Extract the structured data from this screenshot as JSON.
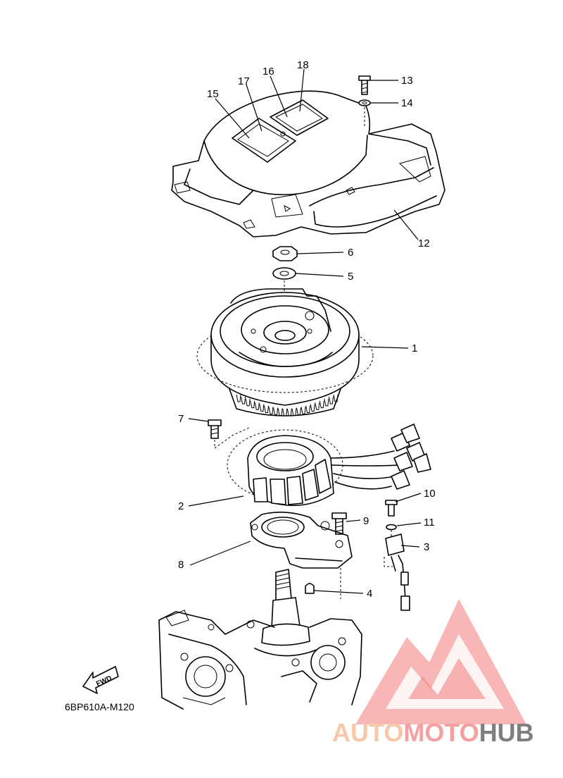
{
  "diagram": {
    "part_code": "6BP610A-M120",
    "fwd_label": "FWD",
    "callouts": [
      {
        "id": "c1",
        "label": "1"
      },
      {
        "id": "c2",
        "label": "2"
      },
      {
        "id": "c3",
        "label": "3"
      },
      {
        "id": "c4",
        "label": "4"
      },
      {
        "id": "c5",
        "label": "5"
      },
      {
        "id": "c6",
        "label": "6"
      },
      {
        "id": "c7",
        "label": "7"
      },
      {
        "id": "c8",
        "label": "8"
      },
      {
        "id": "c9",
        "label": "9"
      },
      {
        "id": "c10",
        "label": "10"
      },
      {
        "id": "c11",
        "label": "11"
      },
      {
        "id": "c12",
        "label": "12"
      },
      {
        "id": "c13",
        "label": "13"
      },
      {
        "id": "c14",
        "label": "14"
      },
      {
        "id": "c15",
        "label": "15"
      },
      {
        "id": "c16",
        "label": "16"
      },
      {
        "id": "c17",
        "label": "17"
      },
      {
        "id": "c18",
        "label": "18"
      }
    ]
  },
  "watermark": {
    "word_part_1": "AUTO",
    "word_part_2": "MOTO",
    "word_part_3": "HUB",
    "colors": {
      "auto": "#f6c8a8",
      "moto": "#f4a0a0",
      "hub": "#7f7f7f",
      "logo": "#f27a7a"
    }
  }
}
